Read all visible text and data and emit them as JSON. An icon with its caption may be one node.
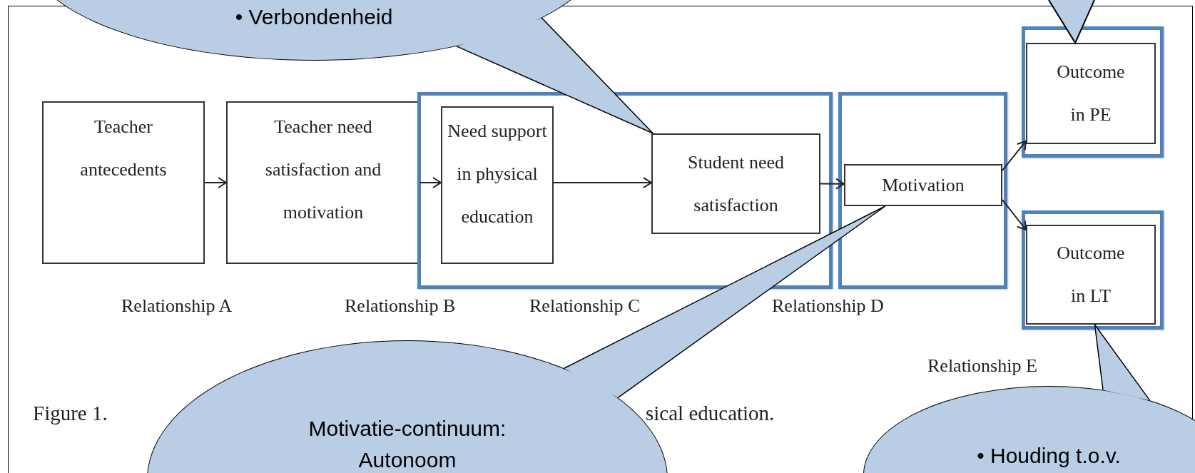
{
  "diagram": {
    "nodes": [
      {
        "text": [
          "Teacher antecedents"
        ]
      },
      {
        "text": [
          "Teacher need satisfaction and motivation"
        ]
      },
      {
        "text": [],
        "shape": "box"
      },
      {
        "text": [
          "Need support in physical education"
        ],
        "in": 2
      },
      {
        "text": [
          "Student need satisfaction"
        ],
        "in": 2
      },
      {
        "text": [],
        "shape": "box"
      },
      {
        "text": [
          "Motivation"
        ],
        "in": 5
      },
      {
        "text": [],
        "shape": "box"
      },
      {
        "text": [
          "Outcome in PE"
        ],
        "in": 7
      },
      {
        "text": [],
        "shape": "box"
      },
      {
        "text": [
          "Outcome in LT"
        ],
        "in": 9
      },
      {
        "text": [
          "• Verbondenheid"
        ]
      },
      {
        "text": [
          "Motivatie-continuum:",
          "Autonoom"
        ]
      },
      {
        "text": [
          "• Houding t.o.v."
        ]
      }
    ],
    "edges": [
      {
        "from": 0,
        "to": 1,
        "arrow": "to"
      },
      {
        "from": 1,
        "to": 3,
        "arrow": "to"
      },
      {
        "from": 3,
        "to": 4,
        "arrow": "to"
      },
      {
        "from": 4,
        "to": 6,
        "arrow": "to"
      },
      {
        "from": 6,
        "to": 8,
        "arrow": "to"
      },
      {
        "from": 6,
        "to": 10,
        "arrow": "to"
      },
      {
        "from": 11,
        "to": 4,
        "arrow": "none"
      },
      {
        "from": null,
        "to": 8,
        "arrow": "other"
      },
      {
        "from": 12,
        "to": 6,
        "arrow": "none"
      },
      {
        "from": 13,
        "to": 10,
        "arrow": "none"
      }
    ],
    "labels": [
      "Relationship A",
      "Relationship B",
      "Relationship C",
      "Relationship D",
      "Relationship E",
      "Figure 1.",
      "sical education."
    ]
  }
}
